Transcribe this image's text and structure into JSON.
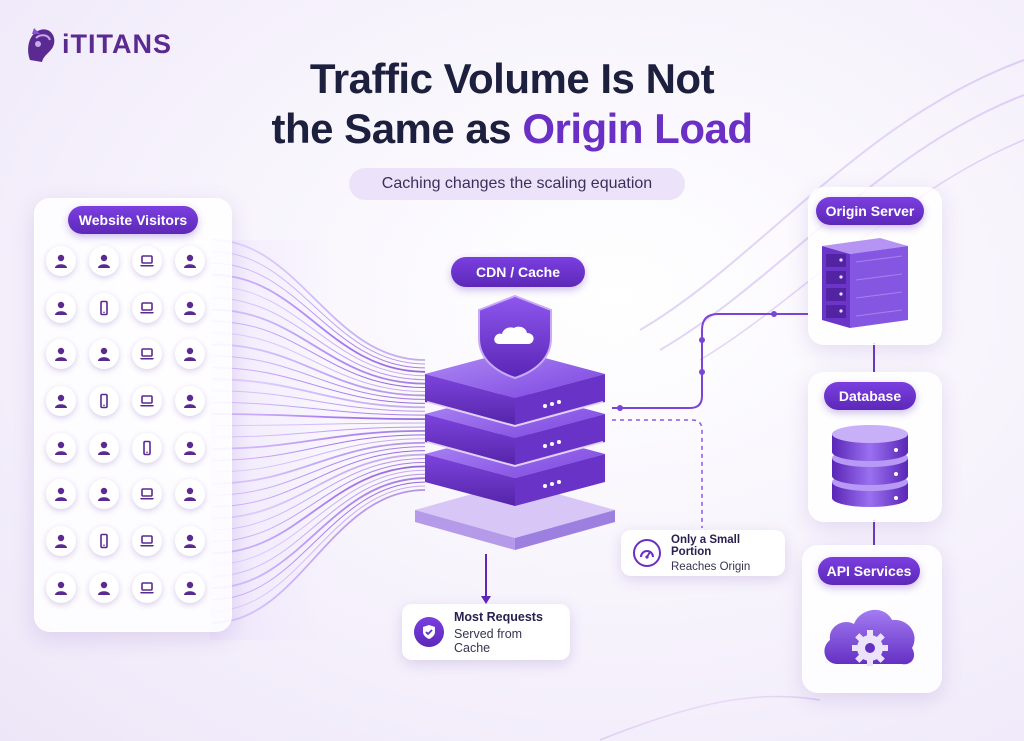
{
  "brand": {
    "name": "iTITANS",
    "color": "#5b2a91",
    "logo_icon": "helmet-logo-icon"
  },
  "title": {
    "line1": "Traffic Volume Is Not",
    "line2_plain": "the Same as ",
    "line2_accent": "Origin Load",
    "accent_color": "#6a2fc4"
  },
  "subtitle": "Caching changes the scaling equation",
  "visitors": {
    "label": "Website Visitors",
    "rows": [
      [
        "user",
        "user",
        "laptop",
        "user"
      ],
      [
        "user",
        "phone",
        "laptop",
        "user"
      ],
      [
        "user",
        "user",
        "laptop",
        "user"
      ],
      [
        "user",
        "phone",
        "laptop",
        "user"
      ],
      [
        "user",
        "user",
        "phone",
        "user"
      ],
      [
        "user",
        "user",
        "laptop",
        "user"
      ],
      [
        "user",
        "phone",
        "laptop",
        "user"
      ],
      [
        "user",
        "user",
        "laptop",
        "user"
      ]
    ]
  },
  "cdn": {
    "label": "CDN / Cache",
    "icons": [
      "shield-cloud-icon",
      "server-stack-icon"
    ]
  },
  "origin_server": {
    "label": "Origin Server",
    "icon": "server-rack-icon"
  },
  "database": {
    "label": "Database",
    "icon": "database-cylinder-icon"
  },
  "api_services": {
    "label": "API Services",
    "icon": "cloud-gear-icon"
  },
  "callouts": {
    "cache": {
      "line1": "Most Requests",
      "line2": "Served from Cache",
      "icon": "shield-check-icon"
    },
    "origin": {
      "line1": "Only a Small Portion",
      "line2": "Reaches Origin",
      "icon": "gauge-icon"
    }
  },
  "colors": {
    "primary": "#6a2fc4",
    "dark": "#1c1f3d",
    "light": "#ece3fa"
  }
}
